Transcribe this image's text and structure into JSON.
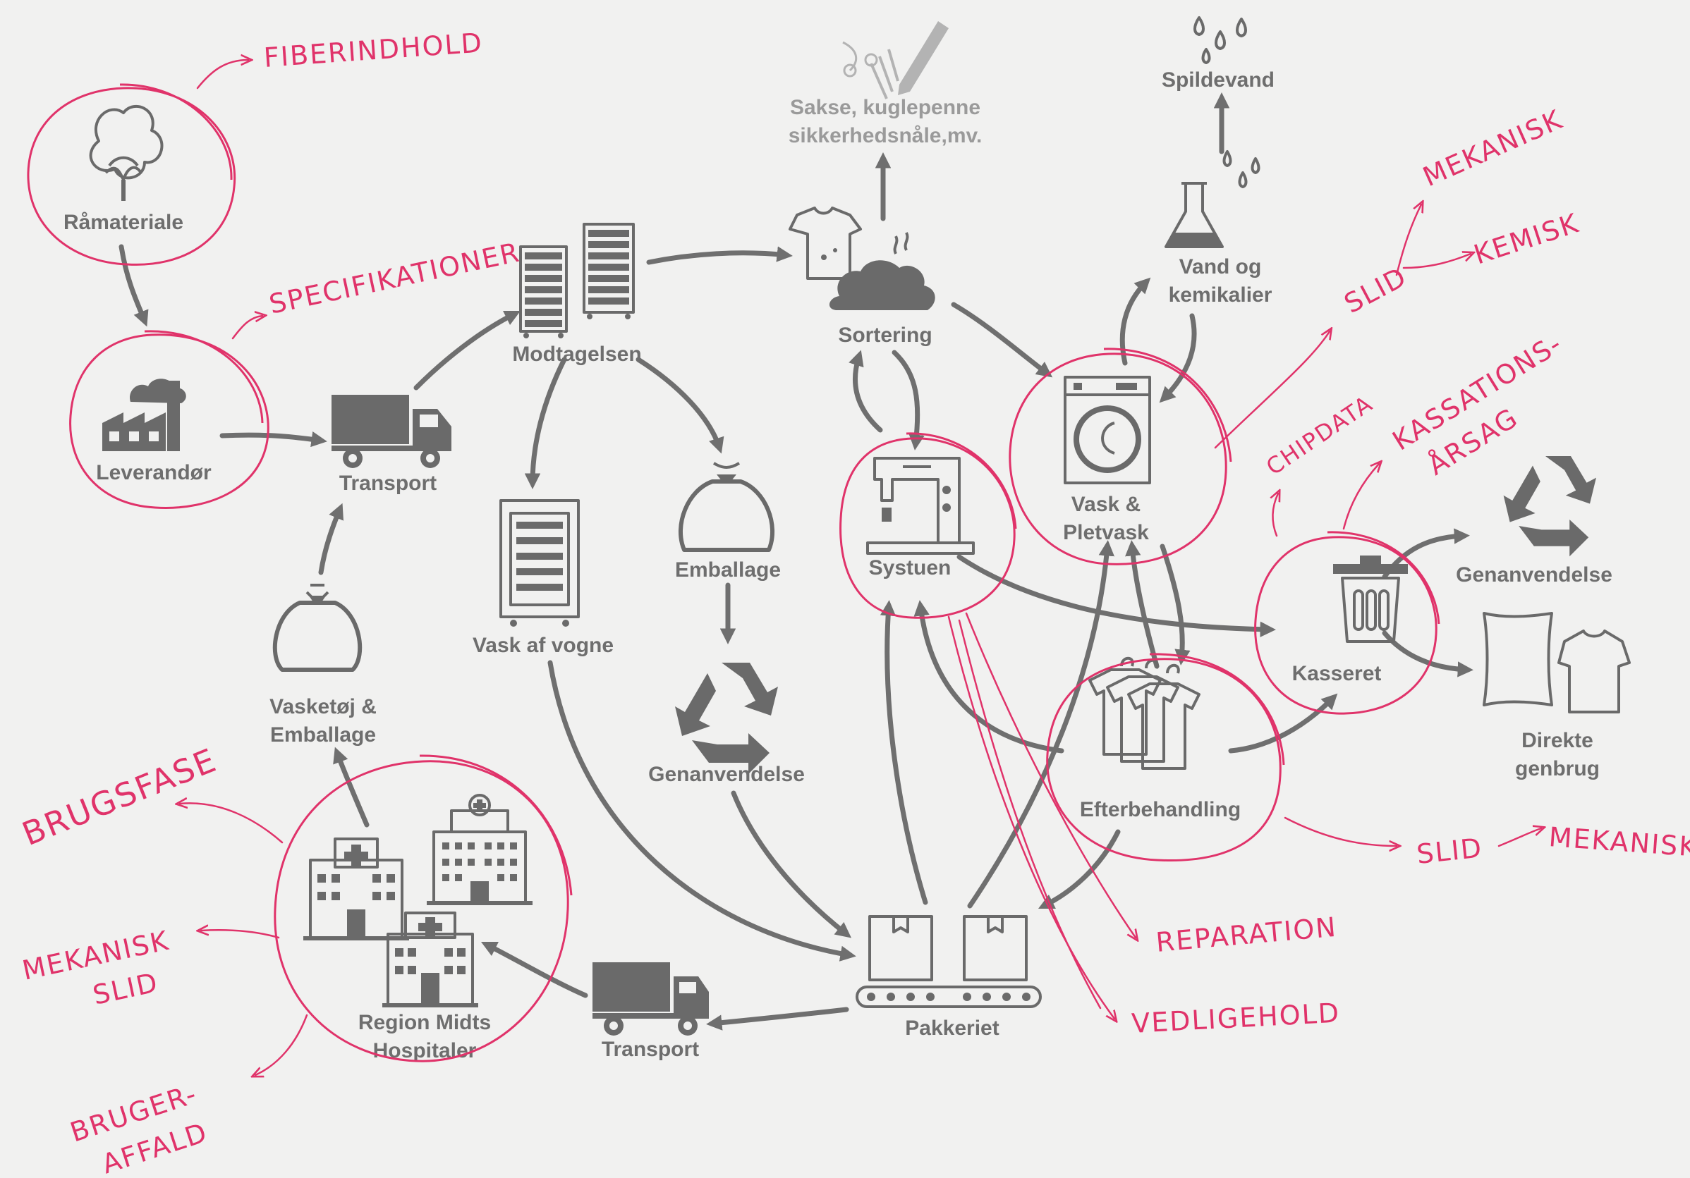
{
  "nodes": {
    "raamateriale": "Råmateriale",
    "leverandoer": "Leverandør",
    "transport_top": "Transport",
    "vasketoej_l1": "Vasketøj &",
    "vasketoej_l2": "Emballage",
    "hospitaler_l1": "Region Midts",
    "hospitaler_l2": "Hospitaler",
    "transport_bottom": "Transport",
    "modtagelsen": "Modtagelsen",
    "vask_af_vogne": "Vask af vogne",
    "emballage": "Emballage",
    "genanvendelse_mid": "Genanvendelse",
    "sortering": "Sortering",
    "sakse_l1": "Sakse, kuglepenne",
    "sakse_l2": "sikkerhedsnåle,mv.",
    "spildevand": "Spildevand",
    "vand_l1": "Vand og",
    "vand_l2": "kemikalier",
    "vask_l1": "Vask &",
    "vask_l2": "Pletvask",
    "systuen": "Systuen",
    "efterbehandling": "Efterbehandling",
    "pakkeriet": "Pakkeriet",
    "kasseret": "Kasseret",
    "genanvendelse_right": "Genanvendelse",
    "direkte_l1": "Direkte",
    "direkte_l2": "genbrug"
  },
  "annotations": {
    "fiberindhold": "FIBERINDHOLD",
    "specifikationer": "SPECIFIKATIONER",
    "brugsfase": "BRUGSFASE",
    "mekanisk_slid_l1": "MEKANISK",
    "mekanisk_slid_l2": "SLID",
    "brugeraffald_l1": "BRUGER-",
    "brugeraffald_l2": "AFFALD",
    "mekanisk_top": "MEKANISK",
    "kemisk": "KEMISK",
    "slid_top": "SLID",
    "kassations_l1": "KASSATIONS-",
    "kassations_l2": "ÅRSAG",
    "chipdata": "CHIPDATA",
    "slid_bottom": "SLID",
    "mekanisk_bottom": "MEKANISK",
    "reparation": "REPARATION",
    "vedligehold": "VEDLIGEHOLD"
  },
  "colors": {
    "flow": "#6f6f6f",
    "icon": "#6a6a6a",
    "annotation": "#e0336a",
    "background": "#f1f1f0"
  }
}
